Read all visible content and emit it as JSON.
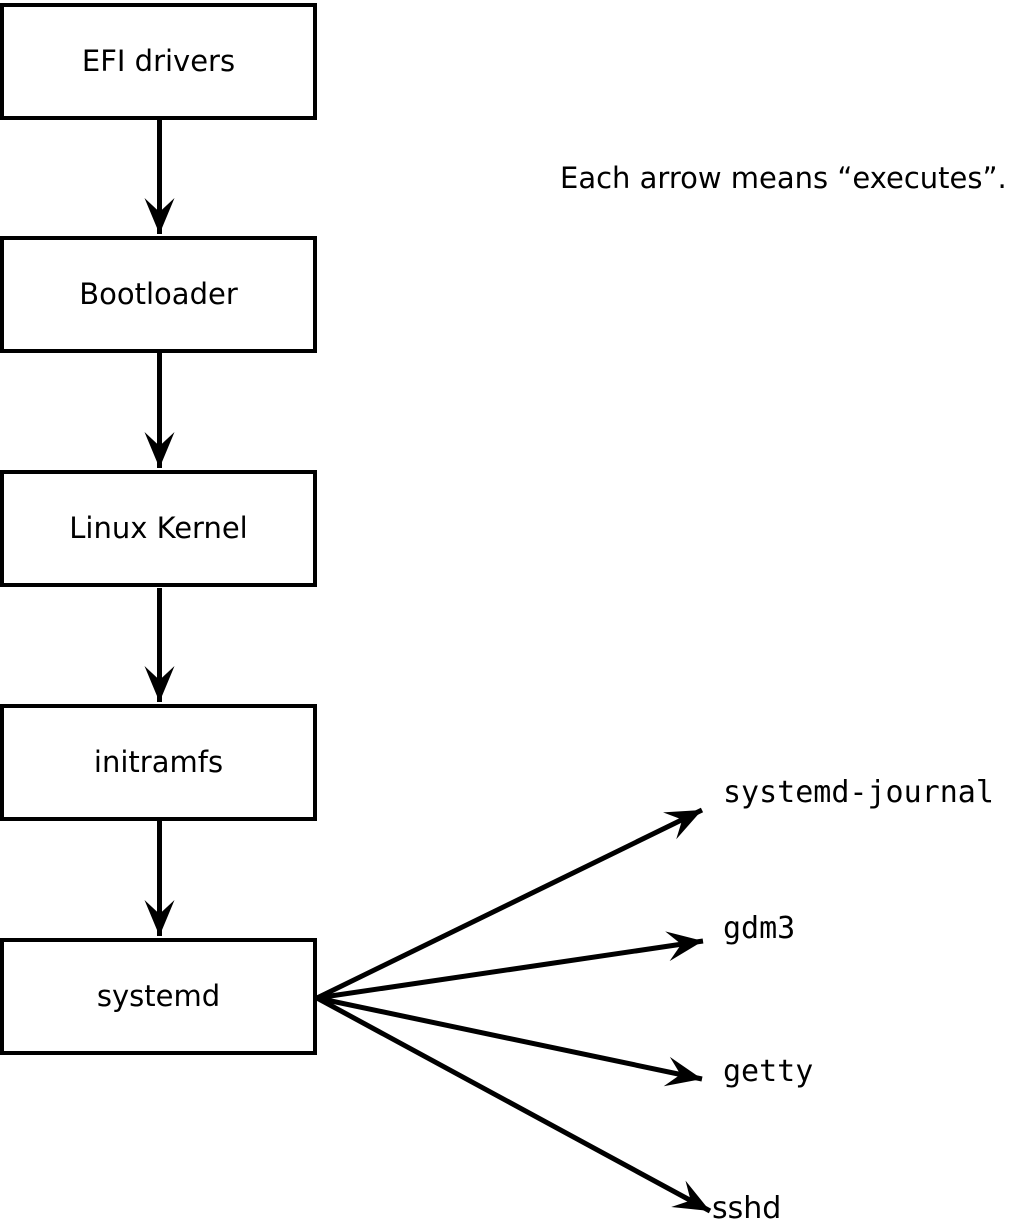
{
  "diagram": {
    "note": "Each arrow means “executes”.",
    "arrow_meaning": "executes",
    "boot_chain": [
      {
        "id": "efi-drivers",
        "label": "EFI drivers"
      },
      {
        "id": "bootloader",
        "label": "Bootloader"
      },
      {
        "id": "linux-kernel",
        "label": "Linux Kernel"
      },
      {
        "id": "initramfs",
        "label": "initramfs"
      },
      {
        "id": "systemd",
        "label": "systemd"
      }
    ],
    "spawned_processes": [
      {
        "id": "systemd-journal",
        "label": "systemd-journal"
      },
      {
        "id": "gdm3",
        "label": "gdm3"
      },
      {
        "id": "getty",
        "label": "getty"
      },
      {
        "id": "sshd",
        "label": "sshd"
      }
    ],
    "colors": {
      "line": "#000000",
      "box_fill": "#ffffff",
      "text": "#000000",
      "background": "#ffffff"
    }
  }
}
